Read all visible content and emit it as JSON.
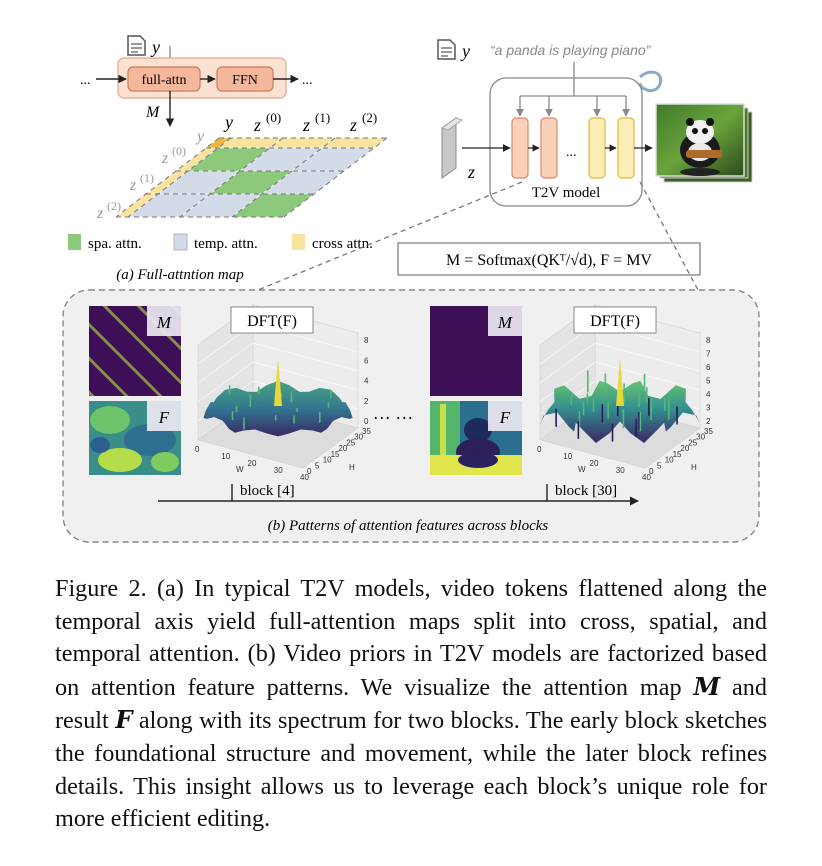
{
  "panel_a": {
    "y_label": "y",
    "ellipsis_left": "...",
    "ellipsis_right": "...",
    "full_attn": "full-attn",
    "ffn": "FFN",
    "m_label": "M",
    "col_headers": [
      "y",
      "z",
      "z",
      "z"
    ],
    "col_superscripts": [
      "",
      "(0)",
      "(1)",
      "(2)"
    ],
    "row_headers": [
      "y",
      "z",
      "z",
      "z"
    ],
    "row_superscripts": [
      "",
      "(0)",
      "(1)",
      "(2)"
    ],
    "legend": {
      "spa": "spa. attn.",
      "temp": "temp. attn.",
      "cross": "cross attn."
    },
    "caption": "(a) Full-attntion map",
    "colors": {
      "spa": "#8cc97a",
      "temp": "#d3dbe8",
      "cross": "#f9e39e",
      "corner": "#f2b63b"
    }
  },
  "t2v": {
    "y_label": "y",
    "prompt": "“a panda is playing piano”",
    "z_label": "z",
    "model_label": "T2V model",
    "dots": "...",
    "formula": "M = Softmax(QKᵀ/√d), F = MV"
  },
  "panel_b": {
    "m_label": "M",
    "f_label": "F",
    "dft_label": "DFT(F)",
    "block1": "block [4]",
    "block2": "block [30]",
    "mid_dots": "··· ···",
    "caption": "(b) Patterns of attention features across blocks",
    "axis_w": "W",
    "axis_h": "H",
    "w_ticks": [
      "0",
      "10",
      "20",
      "30",
      "40"
    ],
    "h_ticks": [
      "0",
      "5",
      "10",
      "15",
      "20",
      "25",
      "30",
      "35"
    ],
    "z_ticks_1": [
      "0",
      "2",
      "4",
      "6",
      "8"
    ],
    "z_ticks_2": [
      "2",
      "3",
      "4",
      "5",
      "6",
      "7",
      "8"
    ]
  },
  "caption": {
    "label": "Figure 2.",
    "text_1": " (a) In typical T2V models, video tokens flattened along the temporal axis yield full-attention maps split into cross, spatial, and temporal attention. (b) Video priors in T2V models are factorized based on attention feature patterns. We visualize the attention map ",
    "m": "M",
    "text_2": " and result ",
    "f": "F",
    "text_3": " along with its spectrum for two blocks. The early block sketches the foundational structure and movement, while the later block refines details. This insight allows us to leverage each block’s unique role for more efficient editing."
  }
}
